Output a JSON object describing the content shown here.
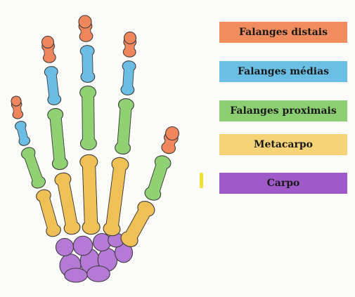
{
  "legend": {
    "distal": {
      "label": "Falanges distais",
      "color": "#f08c5e"
    },
    "media": {
      "label": "Falanges médias",
      "color": "#6cbfe4"
    },
    "proximal": {
      "label": "Falanges proximais",
      "color": "#8ccf72"
    },
    "meta": {
      "label": "Metacarpo",
      "color": "#f7d377"
    },
    "carpo": {
      "label": "Carpo",
      "color": "#9f59c8"
    }
  },
  "bone_colors": {
    "distal": "#f0875c",
    "media": "#6cbde4",
    "proximal": "#8fd173",
    "meta": "#eec055",
    "carpo": "#b47ad6",
    "outline": "#3c3c3c"
  }
}
